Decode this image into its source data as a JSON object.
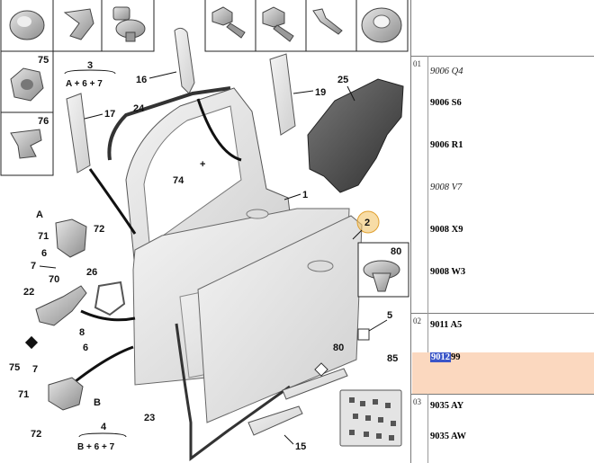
{
  "diagram": {
    "labels": {
      "l75": "75",
      "l76": "76",
      "l3": "3",
      "l3sub": "A + 6 + 7",
      "l16": "16",
      "l17": "17",
      "l24": "24",
      "l19": "19",
      "l25": "25",
      "l74": "74",
      "l1": "1",
      "l2": "2",
      "lA": "A",
      "l71a": "71",
      "l72a": "72",
      "l6a": "6",
      "l7a": "7",
      "l26": "26",
      "l70": "70",
      "l22": "22",
      "l8": "8",
      "l80a": "80",
      "l5": "5",
      "l80b": "80",
      "l75b": "75",
      "l7b": "7",
      "l6b": "6",
      "l71b": "71",
      "lB": "B",
      "l72b": "72",
      "l4": "4",
      "l4sub": "B + 6 + 7",
      "l23": "23",
      "l15": "15",
      "l85": "85"
    }
  },
  "panel": {
    "sections": [
      {
        "num": "01"
      },
      {
        "num": "02"
      },
      {
        "num": "03"
      }
    ],
    "rows": [
      {
        "code": "9006 Q4",
        "style": "italic"
      },
      {
        "code": "9006 S6"
      },
      {
        "code": "9006 R1"
      },
      {
        "code": "9008 V7",
        "style": "italic"
      },
      {
        "code": "9008 X9"
      },
      {
        "code": "9008 W3"
      },
      {
        "code": "9011 A5"
      },
      {
        "code_highlight": "9012",
        "code_rest": "99",
        "selected": true
      },
      {
        "code": "9035 AY"
      },
      {
        "code": "9035 AW"
      }
    ]
  },
  "colors": {
    "selected_row": "#fbd8bf",
    "highlight": "#3a55c8",
    "callout": "#f2c46a"
  }
}
